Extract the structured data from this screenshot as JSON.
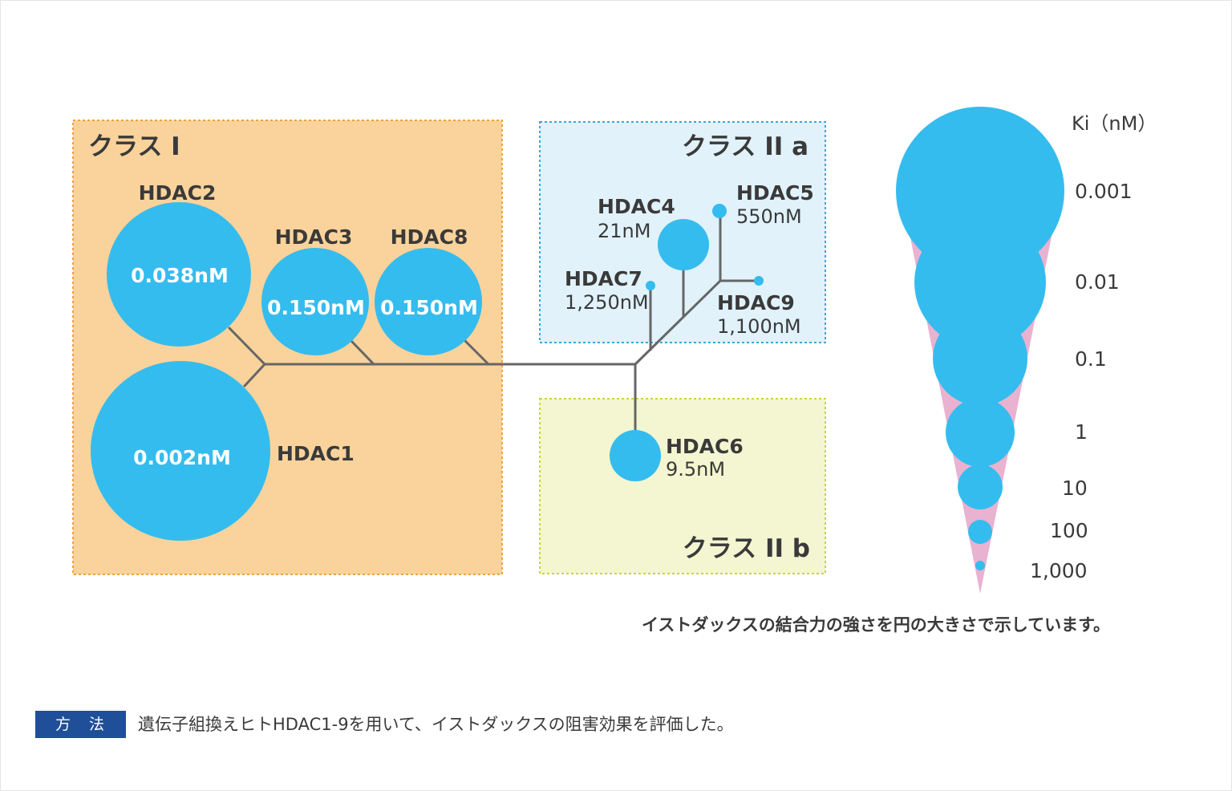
{
  "classes": {
    "class1": "クラス I",
    "class2a": "クラス II a",
    "class2b": "クラス II b"
  },
  "enzymes": {
    "hdac1": {
      "label": "HDAC1",
      "ki": "0.002nM"
    },
    "hdac2": {
      "label": "HDAC2",
      "ki": "0.038nM"
    },
    "hdac3": {
      "label": "HDAC3",
      "ki": "0.150nM"
    },
    "hdac8": {
      "label": "HDAC8",
      "ki": "0.150nM"
    },
    "hdac4": {
      "label": "HDAC4",
      "ki": "21nM"
    },
    "hdac5": {
      "label": "HDAC5",
      "ki": "550nM"
    },
    "hdac7": {
      "label": "HDAC7",
      "ki": "1,250nM"
    },
    "hdac9": {
      "label": "HDAC9",
      "ki": "1,100nM"
    },
    "hdac6": {
      "label": "HDAC6",
      "ki": "9.5nM"
    }
  },
  "legend": {
    "title": "Ki（nM）",
    "ticks": [
      "0.001",
      "0.01",
      "0.1",
      "1",
      "10",
      "100",
      "1,000"
    ]
  },
  "caption": "イストダックスの結合力の強さを円の大きさで示しています。",
  "method": {
    "badge": "方　法",
    "text": "遺伝子組換えヒトHDAC1-9を用いて、イストダックスの阻害効果を評価した。"
  },
  "colors": {
    "bubble": "#35bcee",
    "class1_bg": "#f9d39b",
    "class1_border": "#f0a23a",
    "class2a_bg": "#e1f2fb",
    "class2a_border": "#39a8d8",
    "class2b_bg": "#f3f6d0",
    "class2b_border": "#c8d63a",
    "tree_line": "#666666",
    "cone": "#e9b2d0",
    "method_badge": "#1f4f99"
  }
}
